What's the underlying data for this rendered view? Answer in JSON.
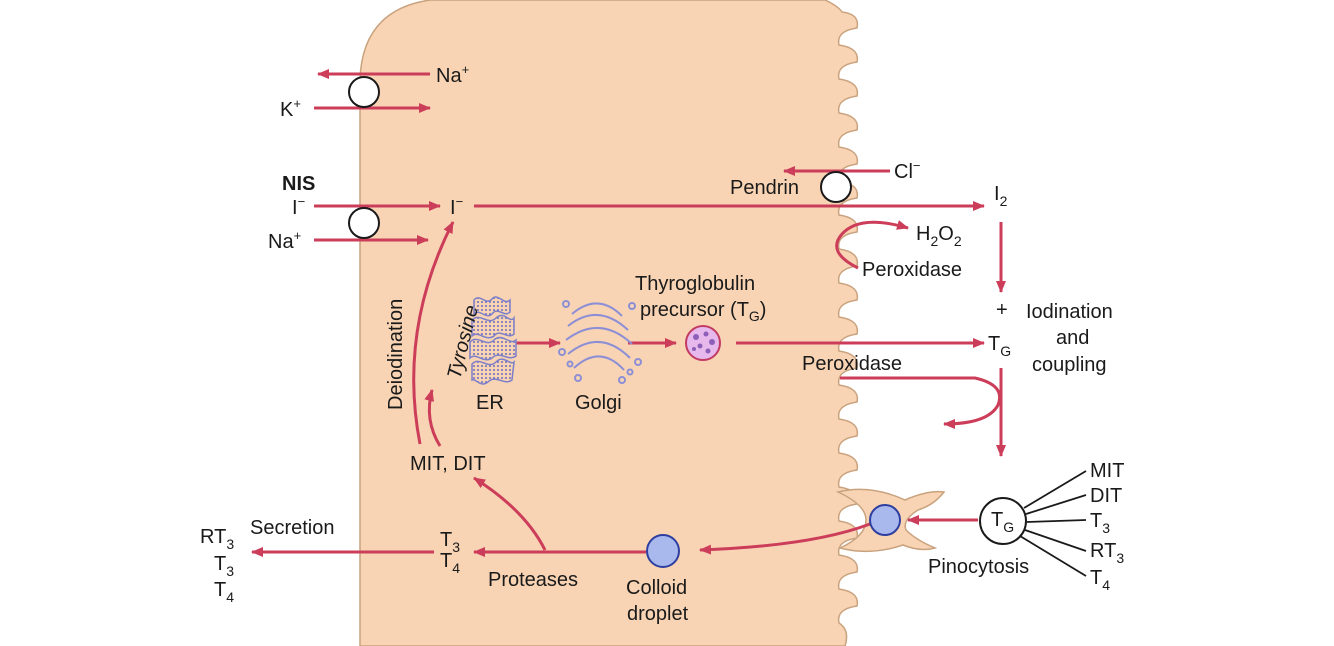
{
  "colors": {
    "cell": "#f8d4b4",
    "cell_outline": "#c9a27e",
    "arrow": "#cc3d5a",
    "droplet": "#a9b9ee",
    "tg_granule": "#d9a6e6",
    "organelle": "#8d8fd6"
  },
  "labels": {
    "na_top": "Na",
    "na_top_sup": "+",
    "k": "K",
    "k_sup": "+",
    "nis": "NIS",
    "i_left": "I",
    "i_left_sup": "−",
    "na_mid": "Na",
    "na_mid_sup": "+",
    "i_inside": "I",
    "i_inside_sup": "−",
    "deiodination": "Deiodination",
    "tyrosine": "Tyrosine",
    "er": "ER",
    "golgi": "Golgi",
    "tg_precursor_line1": "Thyroglobulin",
    "tg_precursor_line2": "precursor (T",
    "tg_precursor_sub": "G",
    "tg_precursor_end": ")",
    "pendrin": "Pendrin",
    "cl": "Cl",
    "cl_sup": "−",
    "i2": "I",
    "i2_sub": "2",
    "h2o2_h": "H",
    "h2o2_sub1": "2",
    "h2o2_o": "O",
    "h2o2_sub2": "2",
    "peroxidase_top": "Peroxidase",
    "plus": "+",
    "tg_right": "T",
    "tg_right_sub": "G",
    "iodination_line1": "Iodination",
    "iodination_line2": "and",
    "iodination_line3": "coupling",
    "peroxidase_mid": "Peroxidase",
    "mit_dit": "MIT, DIT",
    "t3_mid": "T",
    "t3_mid_sub": "3",
    "t4_mid": "T",
    "t4_mid_sub": "4",
    "proteases": "Proteases",
    "colloid_line1": "Colloid",
    "colloid_line2": "droplet",
    "secretion": "Secretion",
    "rt3_out": "RT",
    "rt3_out_sub": "3",
    "t3_out": "T",
    "t3_out_sub": "3",
    "t4_out": "T",
    "t4_out_sub": "4",
    "tg_circle": "T",
    "tg_circle_sub": "G",
    "pinocytosis": "Pinocytosis",
    "mit": "MIT",
    "dit": "DIT",
    "t3_r": "T",
    "t3_r_sub": "3",
    "rt3_r": "RT",
    "rt3_r_sub": "3",
    "t4_r": "T",
    "t4_r_sub": "4"
  }
}
